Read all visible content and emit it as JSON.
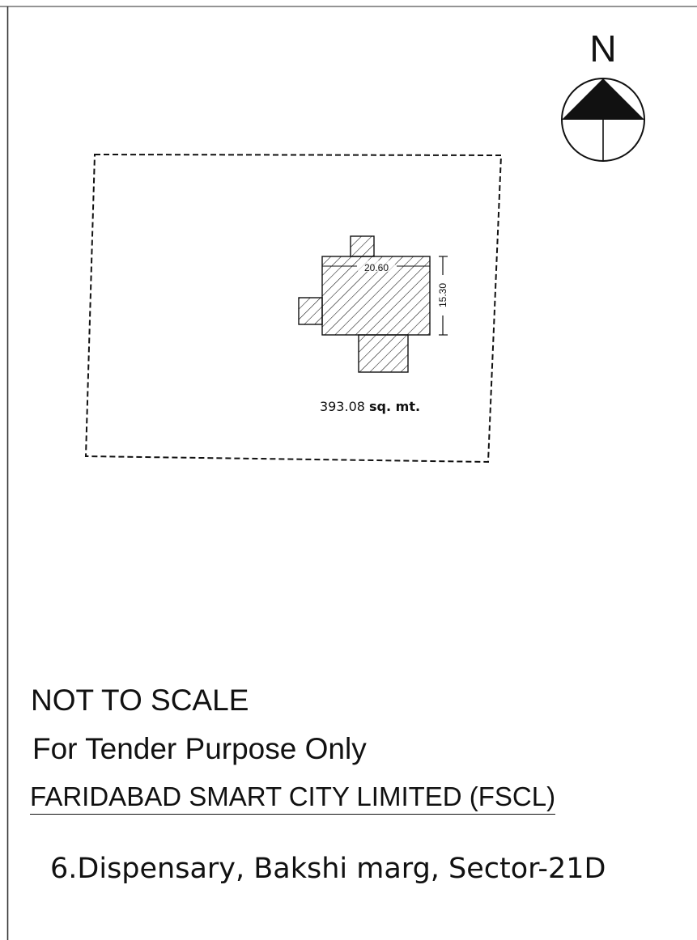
{
  "compass": {
    "label": "N"
  },
  "plan": {
    "width_dimension": "20.60",
    "depth_dimension": "15.30",
    "area_value": "393.08",
    "area_unit": "sq. mt."
  },
  "notes": {
    "scale_note": "NOT TO SCALE",
    "purpose_note": "For Tender Purpose Only",
    "organisation": "FARIDABAD SMART CITY LIMITED (FSCL)",
    "site_name": "6.Dispensary, Bakshi marg, Sector-21D"
  },
  "colors": {
    "ink": "#111111",
    "paper": "#ffffff"
  }
}
